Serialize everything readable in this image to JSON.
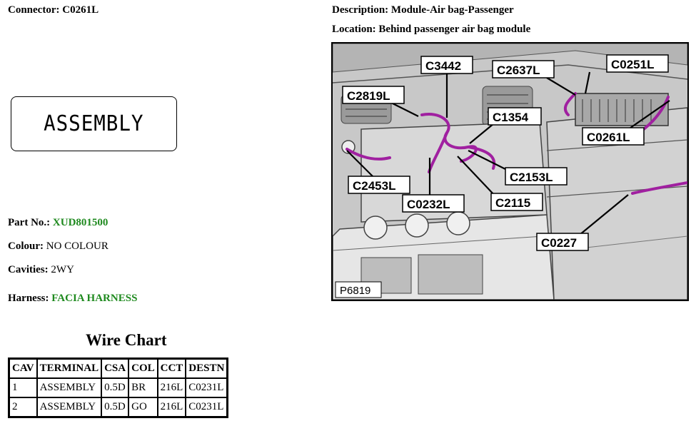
{
  "connector": {
    "label": "Connector:",
    "value": "C0261L"
  },
  "description": {
    "label": "Description:",
    "value": "Module-Air bag-Passenger"
  },
  "location": {
    "label": "Location:",
    "value": "Behind passenger air bag module"
  },
  "assembly_label": "ASSEMBLY",
  "part_no": {
    "label": "Part No.:",
    "value": "XUD801500"
  },
  "colour": {
    "label": "Colour:",
    "value": "NO COLOUR"
  },
  "cavities": {
    "label": "Cavities:",
    "value": "2WY"
  },
  "harness": {
    "label": "Harness:",
    "value": "FACIA HARNESS"
  },
  "wire_chart": {
    "title": "Wire Chart",
    "headers": [
      "CAV",
      "TERMINAL",
      "CSA",
      "COL",
      "CCT",
      "DESTN"
    ],
    "rows": [
      [
        "1",
        "ASSEMBLY",
        "0.5D",
        "BR",
        "216L",
        "C0231L"
      ],
      [
        "2",
        "ASSEMBLY",
        "0.5D",
        "GO",
        "216L",
        "C0231L"
      ]
    ]
  },
  "figure": {
    "id": "P6819",
    "callouts": [
      "C3442",
      "C2637L",
      "C0251L",
      "C2819L",
      "C1354",
      "C0261L",
      "C2153L",
      "C2453L",
      "C0232L",
      "C2115",
      "C0227"
    ]
  },
  "colors": {
    "part_value": "#1f8a1f",
    "harness_wire": "#a020a0"
  }
}
